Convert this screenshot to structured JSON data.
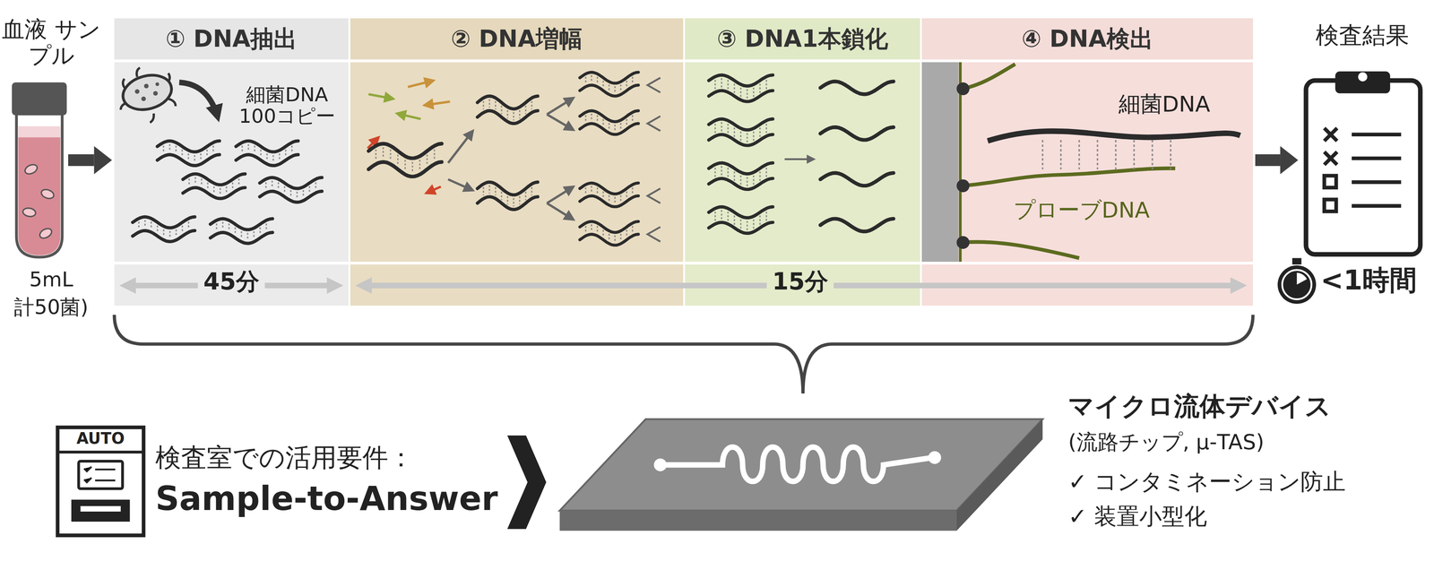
{
  "diagram": {
    "nodes": [
      {
        "text": [
          "血液 サンプル",
          "5mL",
          "計50菌)"
        ]
      },
      {
        "text": [
          "① DNA抽出",
          "細菌DNA 100コピー"
        ]
      },
      {
        "text": [
          "② DNA増幅"
        ]
      },
      {
        "text": [
          "③ DNA1本鎖化"
        ]
      },
      {
        "text": [
          "④ DNA検出",
          "細菌DNA",
          "プローブDNA"
        ]
      },
      {
        "text": [
          "検査結果"
        ]
      },
      {
        "text": [
          "検査室での活用要件：",
          "Sample-to-Answer"
        ]
      },
      {
        "text": [
          "マイクロ流体デバイス",
          "(流路チップ, μ-TAS)",
          "✓ コンタミネーション防止",
          "✓ 装置小型化"
        ]
      }
    ],
    "edges": [
      {
        "from": 0,
        "to": 1,
        "arrow": "to"
      },
      {
        "from": 4,
        "to": 5,
        "arrow": "to"
      },
      {
        "from": 6,
        "to": 7,
        "arrow": "to"
      }
    ],
    "labels": [
      "45分",
      "15分",
      "<1時間",
      "AUTO"
    ]
  }
}
